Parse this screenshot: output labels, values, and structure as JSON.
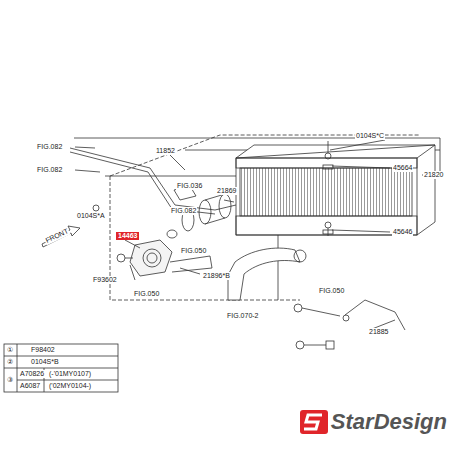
{
  "diagram": {
    "labels": [
      "FIG.082",
      "FIG.082",
      "11852",
      "0104S*A",
      "FIG.036",
      "21869",
      "FIG.082",
      "FIG.050",
      "14463",
      "F93602",
      "FIG.050",
      "21896*B",
      "FIG.070-2",
      "0104S*C",
      "45664",
      "21820",
      "45646",
      "FIG.050",
      "21885",
      "FRONT",
      "①",
      "F98402",
      "②",
      "0104S*B",
      "③",
      "A70826",
      "(-'01MY0107)",
      "A6087",
      "('02MY0104-)",
      "StarDesign"
    ]
  }
}
